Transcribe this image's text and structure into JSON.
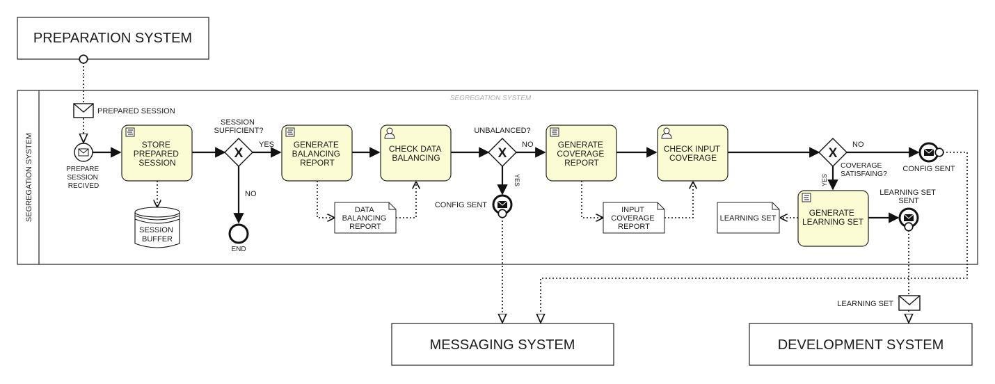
{
  "colors": {
    "task_fill": "#fbfbd4",
    "stroke": "#111111",
    "background": "#ffffff",
    "faint_label": "#b0b0b0"
  },
  "external_pools": {
    "preparation": "PREPARATION SYSTEM",
    "messaging": "MESSAGING SYSTEM",
    "development": "DEVELOPMENT SYSTEM"
  },
  "main_pool": {
    "side_label": "SEGREGATION SYSTEM",
    "watermark": "SEGREGATION SYSTEM"
  },
  "messages": {
    "prepared_session": "PREPARED SESSION",
    "learning_set_msg": "LEARNING SET"
  },
  "events": {
    "start": [
      "PREPARE",
      "SESSION",
      "RECIVED"
    ],
    "end": "END",
    "config_sent_1": "CONFIG SENT",
    "config_sent_2": "CONFIG SENT",
    "learning_set_sent": [
      "LEARNING SET",
      "SENT"
    ]
  },
  "tasks": {
    "store": [
      "STORE",
      "PREPARED",
      "SESSION"
    ],
    "gen_balancing": [
      "GENERATE",
      "BALANCING",
      "REPORT"
    ],
    "check_balancing": [
      "CHECK DATA",
      "BALANCING"
    ],
    "gen_coverage": [
      "GENERATE",
      "COVERAGE",
      "REPORT"
    ],
    "check_coverage": [
      "CHECK INPUT",
      "COVERAGE"
    ],
    "gen_learning": [
      "GENERATE",
      "LEARNING SET"
    ]
  },
  "gateways": {
    "session_sufficient": [
      "SESSION",
      "SUFFICIENT?"
    ],
    "unbalanced": "UNBALANCED?",
    "coverage_satisfying": [
      "COVERAGE",
      "SATISFAING?"
    ]
  },
  "flow_labels": {
    "yes1": "YES",
    "no1": "NO",
    "no2": "NO",
    "yes2": "YES",
    "no3": "NO",
    "yes3": "YES"
  },
  "data": {
    "session_buffer": [
      "SESSION",
      "BUFFER"
    ],
    "balancing_report": [
      "DATA",
      "BALANCING",
      "REPORT"
    ],
    "coverage_report": [
      "INPUT",
      "COVERAGE",
      "REPORT"
    ],
    "learning_set": "LEARNING SET"
  }
}
